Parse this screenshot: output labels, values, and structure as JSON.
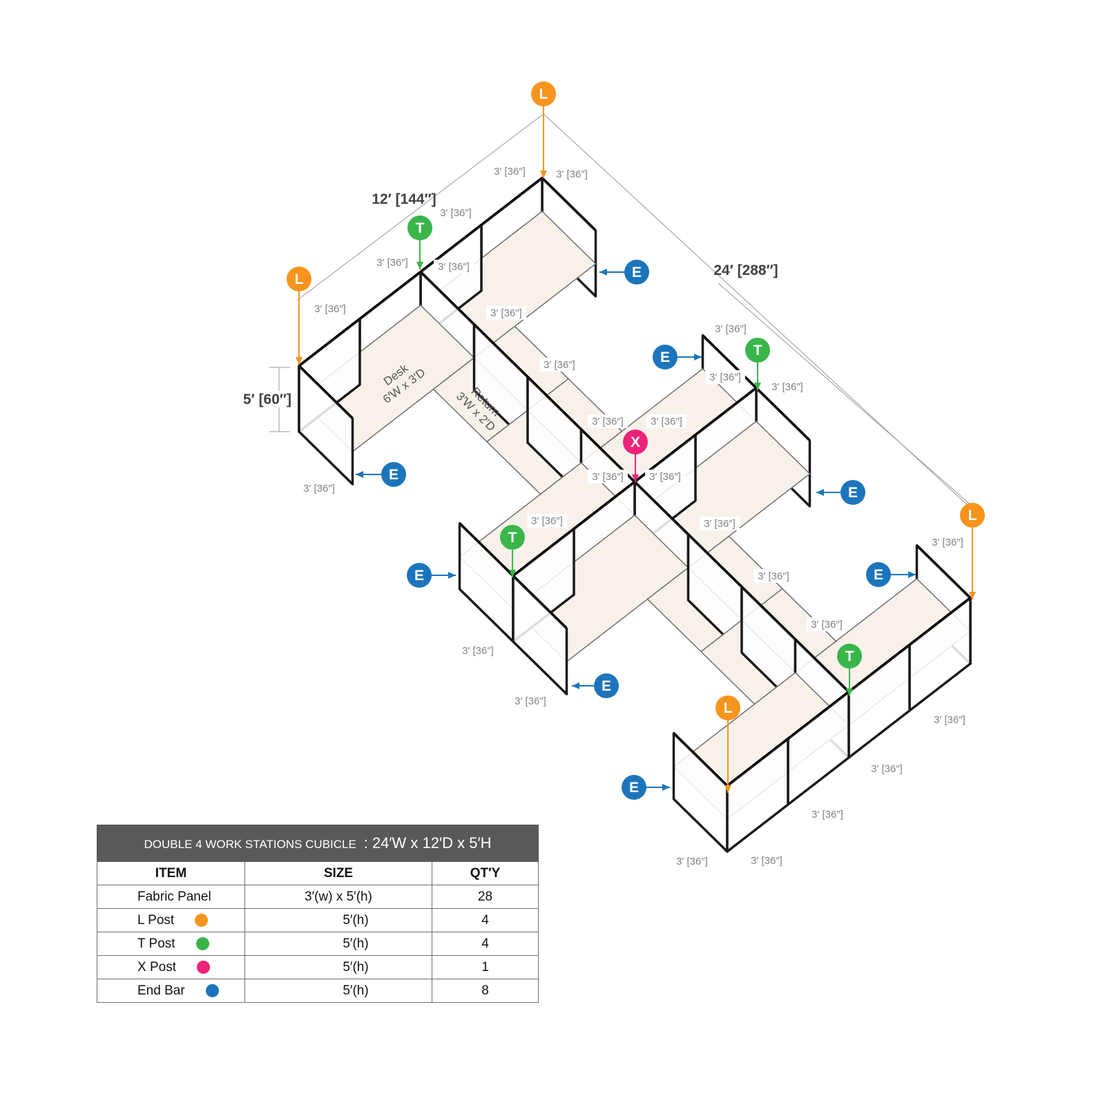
{
  "diagram": {
    "overall_depth_label": "12′ [144″]",
    "overall_width_label": "24′ [288″]",
    "height_label": "5′ [60″]",
    "desk_label": [
      "Desk",
      "6′W x 3′D"
    ],
    "return_label": [
      "Return",
      "3′W x 2′D"
    ],
    "panel_dimension_labels": [
      "3′ [36″]",
      "3′ [36″]",
      "3′ [36″]",
      "3′ [36″]",
      "3′ [36″]",
      "3′ [36″]",
      "3′ [36″]",
      "3′ [36″]",
      "3′ [36″]",
      "3′ [36″]",
      "3′ [36″]",
      "3′ [36″]",
      "3′ [36″]",
      "3′ [36″]",
      "3′ [36″]",
      "3′ [36″]",
      "3′ [36″]",
      "3′ [36″]",
      "3′ [36″]",
      "3′ [36″]",
      "3′ [36″]",
      "3′ [36″]",
      "3′ [36″]",
      "3′ [36″]",
      "3′ [36″]",
      "3′ [36″]",
      "3′ [36″]",
      "3′ [36″]"
    ],
    "markers": [
      {
        "letter": "L",
        "type": "l-post"
      },
      {
        "letter": "L",
        "type": "l-post"
      },
      {
        "letter": "L",
        "type": "l-post"
      },
      {
        "letter": "L",
        "type": "l-post"
      },
      {
        "letter": "T",
        "type": "t-post"
      },
      {
        "letter": "T",
        "type": "t-post"
      },
      {
        "letter": "T",
        "type": "t-post"
      },
      {
        "letter": "T",
        "type": "t-post"
      },
      {
        "letter": "X",
        "type": "x-post"
      },
      {
        "letter": "E",
        "type": "end-bar"
      },
      {
        "letter": "E",
        "type": "end-bar"
      },
      {
        "letter": "E",
        "type": "end-bar"
      },
      {
        "letter": "E",
        "type": "end-bar"
      },
      {
        "letter": "E",
        "type": "end-bar"
      },
      {
        "letter": "E",
        "type": "end-bar"
      },
      {
        "letter": "E",
        "type": "end-bar"
      },
      {
        "letter": "E",
        "type": "end-bar"
      }
    ]
  },
  "colors": {
    "l-post": "#f7941d",
    "t-post": "#39b54a",
    "x-post": "#ec2379",
    "end-bar": "#1c75bc",
    "desk": "#f8f1ea",
    "header": "#58595b",
    "dimension": "#808285"
  },
  "table": {
    "title": "DOUBLE 4 WORK STATIONS  CUBICLE",
    "title_dims": "24′W x 12′D x 5′H",
    "title_sep": ":",
    "columns": [
      "ITEM",
      "SIZE",
      "QT′Y"
    ],
    "rows": [
      {
        "item": "Fabric Panel",
        "size": "3′(w) x 5′(h)",
        "qty": "28",
        "marker": ""
      },
      {
        "item": "L Post",
        "size": "5′(h)",
        "qty": "4",
        "marker": "l-post"
      },
      {
        "item": "T Post",
        "size": "5′(h)",
        "qty": "4",
        "marker": "t-post"
      },
      {
        "item": "X Post",
        "size": "5′(h)",
        "qty": "1",
        "marker": "x-post"
      },
      {
        "item": "End Bar",
        "size": "5′(h)",
        "qty": "8",
        "marker": "end-bar"
      }
    ]
  }
}
